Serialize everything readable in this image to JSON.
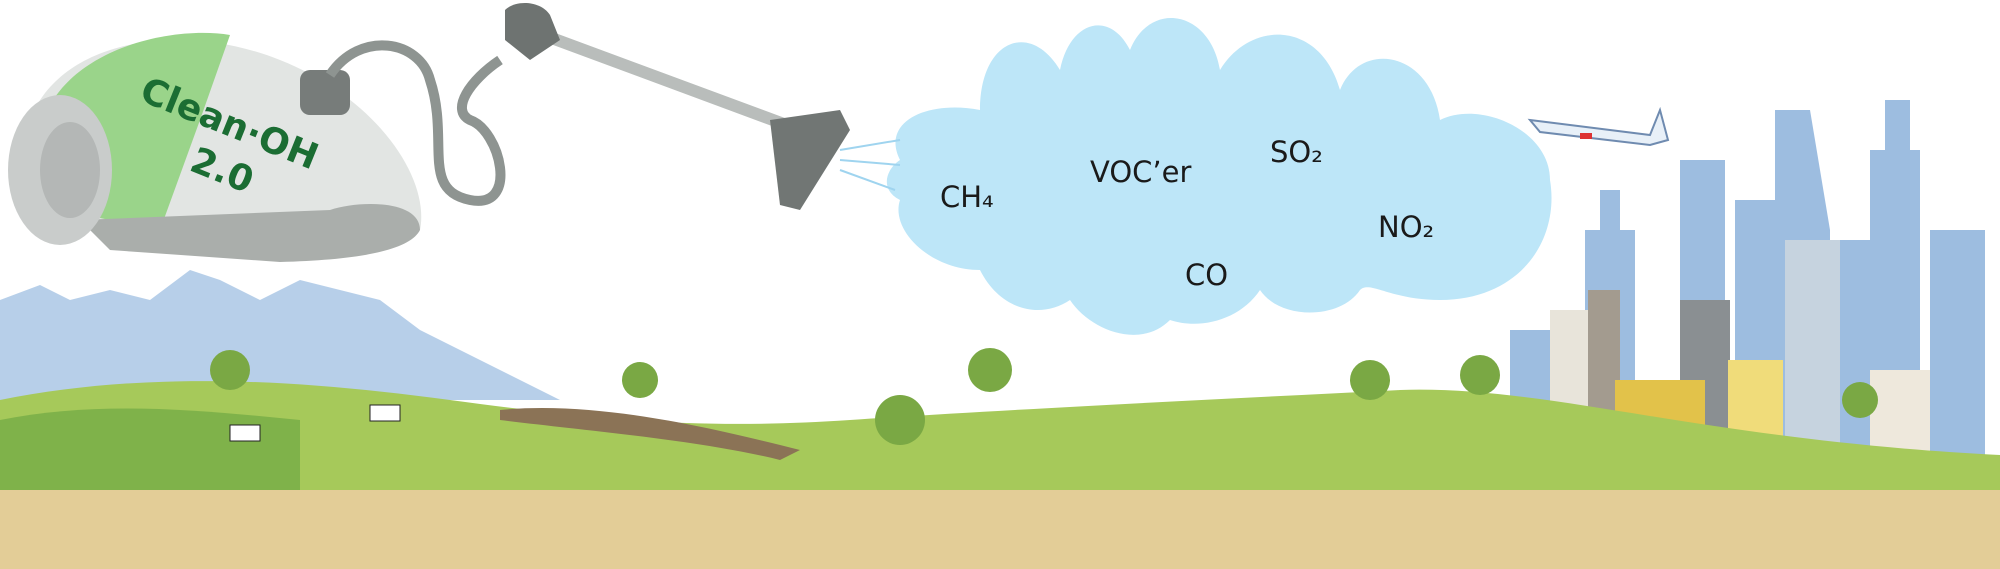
{
  "vacuum": {
    "brand_line1": "Clean·OH",
    "brand_line2": "2.0"
  },
  "cloud": {
    "gases": [
      "CH₄",
      "VOC’er",
      "SO₂",
      "NO₂",
      "CO"
    ]
  },
  "colors": {
    "cloud": "#bde6f8",
    "brand_text": "#1b6d33",
    "vacuum_green": "#9ad48a",
    "ground": "#e3cd97",
    "grass": "#a6c95a",
    "mountains": "#b7cfe9",
    "buildings": "#9dbde0"
  }
}
